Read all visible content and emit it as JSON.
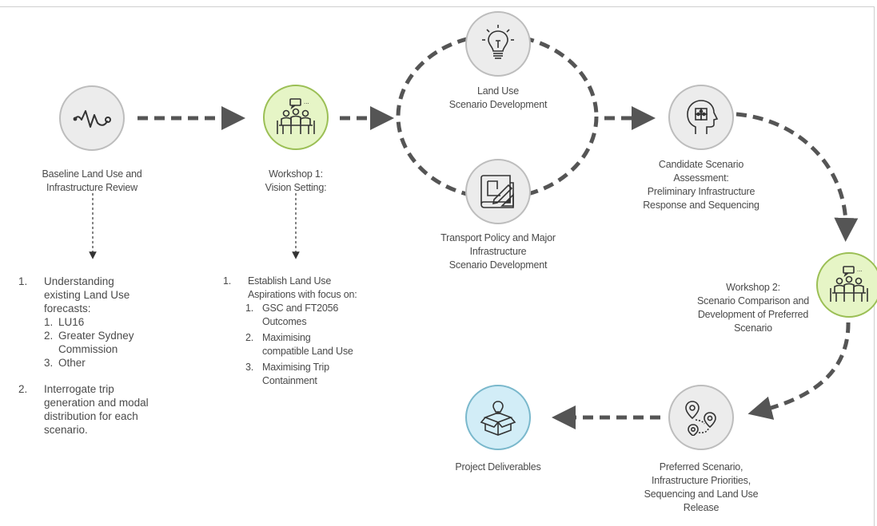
{
  "nodes": {
    "baseline": {
      "icon": "heartbeat-pulse-icon",
      "label_lines": [
        "Baseline Land Use and",
        "Infrastructure Review"
      ]
    },
    "workshop1": {
      "icon": "meeting-people-icon",
      "label_lines": [
        "Workshop 1:",
        "Vision Setting:"
      ]
    },
    "land_use": {
      "icon": "lightbulb-icon",
      "label_lines": [
        "Land Use",
        "Scenario Development"
      ]
    },
    "transport": {
      "icon": "blueprint-drafting-icon",
      "label_lines": [
        "Transport Policy and Major",
        "Infrastructure",
        "Scenario Development"
      ]
    },
    "candidate": {
      "icon": "head-puzzle-icon",
      "label_lines": [
        "Candidate Scenario",
        "Assessment:",
        "Preliminary Infrastructure",
        "Response and Sequencing"
      ]
    },
    "workshop2": {
      "icon": "meeting-people-icon",
      "label_lines": [
        "Workshop 2:",
        "Scenario Comparison and",
        "Development of Preferred",
        "Scenario"
      ]
    },
    "preferred": {
      "icon": "map-pins-route-icon",
      "label_lines": [
        "Preferred Scenario,",
        "Infrastructure Priorities,",
        "Sequencing and Land Use",
        "Release"
      ]
    },
    "deliverables": {
      "icon": "open-box-idea-icon",
      "label_lines": [
        "Project Deliverables"
      ]
    }
  },
  "baseline_list": {
    "item1": {
      "number": "1.",
      "lines": [
        "Understanding",
        "existing Land Use",
        "forecasts:"
      ]
    },
    "subitems": [
      {
        "number": "1.",
        "lines": [
          "LU16"
        ]
      },
      {
        "number": "2.",
        "lines": [
          "Greater Sydney",
          "Commission"
        ]
      },
      {
        "number": "3.",
        "lines": [
          "Other"
        ]
      }
    ],
    "item2": {
      "number": "2.",
      "lines": [
        "Interrogate trip",
        "generation and modal",
        "distribution for each",
        "scenario."
      ]
    }
  },
  "workshop1_list": {
    "item1": {
      "number": "1.",
      "lines": [
        "Establish Land Use",
        "Aspirations with focus on:"
      ]
    },
    "subitems": [
      {
        "number": "1.",
        "lines": [
          "GSC and FT2056",
          "Outcomes"
        ]
      },
      {
        "number": "2.",
        "lines": [
          "Maximising",
          "compatible Land Use"
        ]
      },
      {
        "number": "3.",
        "lines": [
          "Maximising Trip",
          "Containment"
        ]
      }
    ]
  },
  "colors": {
    "node_grey": "#ececec",
    "node_green": "#e6f5c6",
    "node_blue": "#d2edf7",
    "arrow": "#555555",
    "text": "#4a4a4a"
  }
}
